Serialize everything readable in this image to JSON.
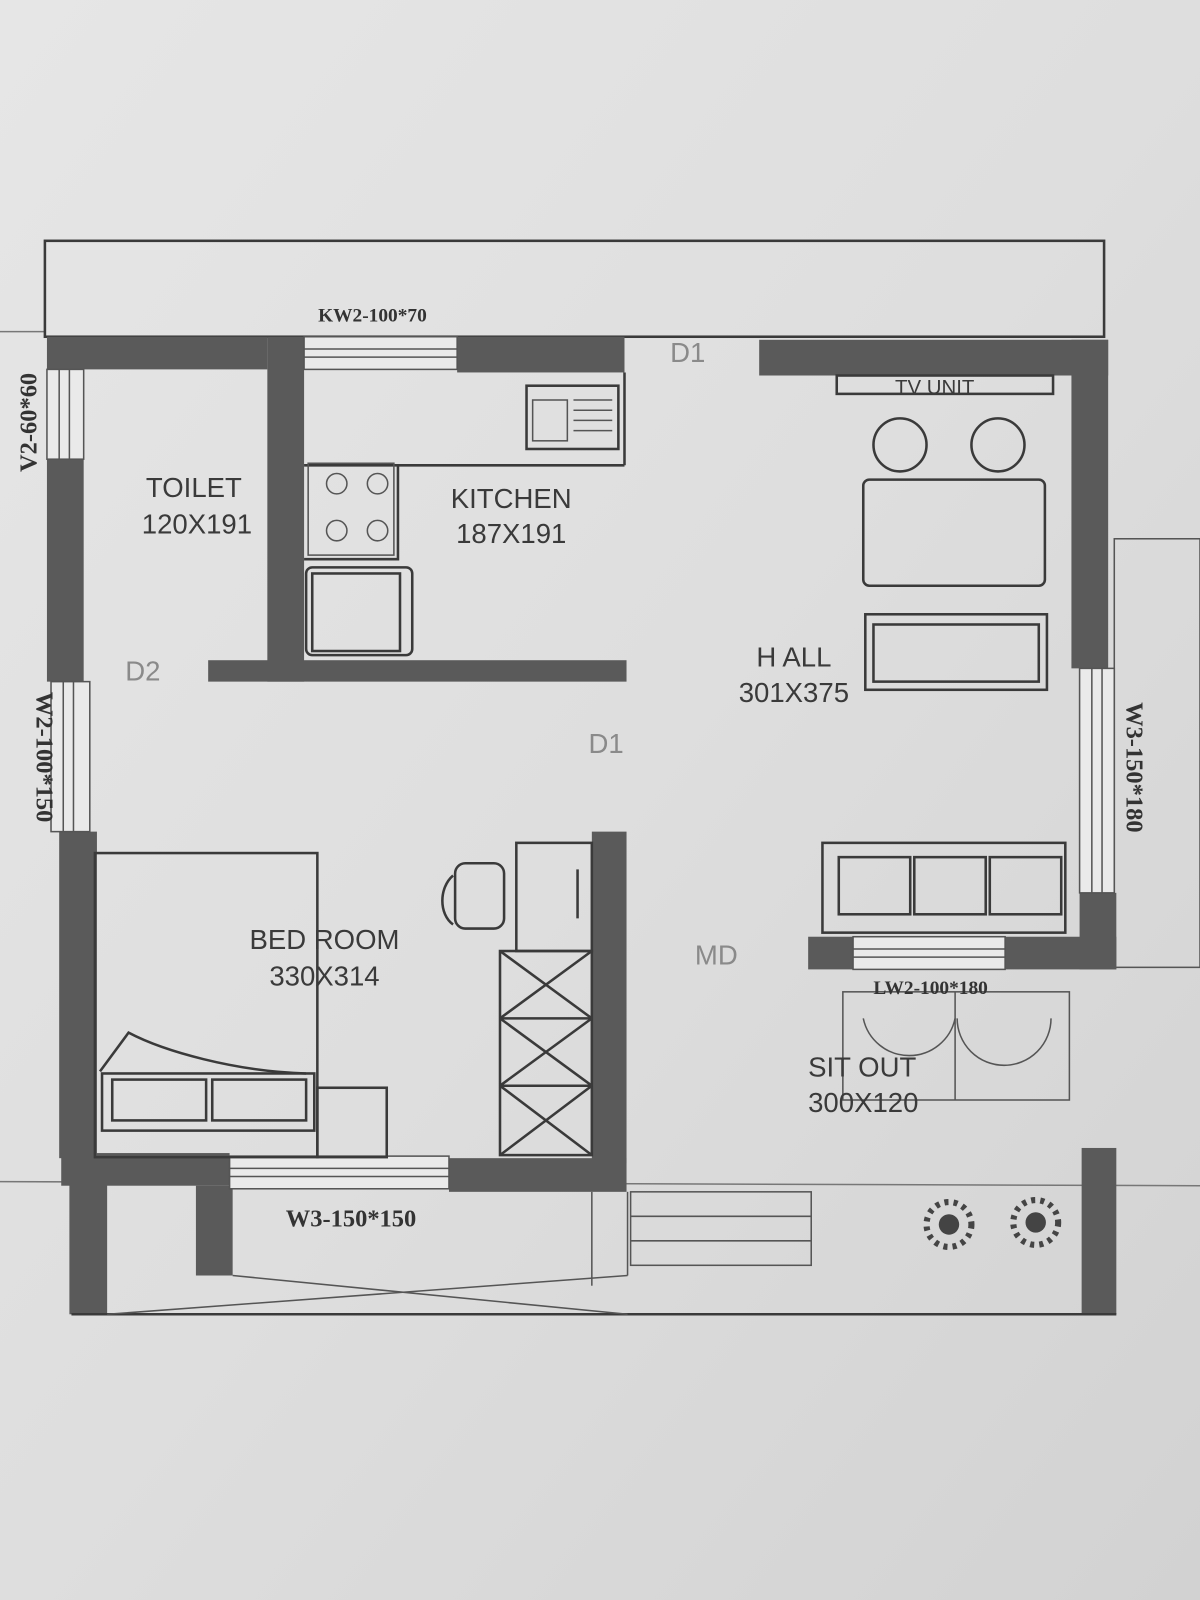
{
  "colors": {
    "wall": "#5a5a5a",
    "paper": "#e2e2e2",
    "text": "#3a3a3a",
    "door_text": "#8a8a8a"
  },
  "windows": {
    "kitchen": "KW2-100*70",
    "toilet": "V2-60*60",
    "left": "W2-100*150",
    "hall_right": "W3-150*180",
    "hall_bottom": "LW2-100*180",
    "bedroom_bottom": "W3-150*150"
  },
  "doors": {
    "top": "D1",
    "middle": "D1",
    "toilet": "D2",
    "main": "MD"
  },
  "rooms": {
    "toilet": {
      "name": "TOILET",
      "size": "120X191"
    },
    "kitchen": {
      "name": "KITCHEN",
      "size": "187X191"
    },
    "hall": {
      "name": "H ALL",
      "size": "301X375"
    },
    "bedroom": {
      "name": "BED ROOM",
      "size": "330X314"
    },
    "sitout": {
      "name": "SIT OUT",
      "size": "300X120"
    }
  },
  "furniture": {
    "tv_unit": "TV UNIT"
  }
}
